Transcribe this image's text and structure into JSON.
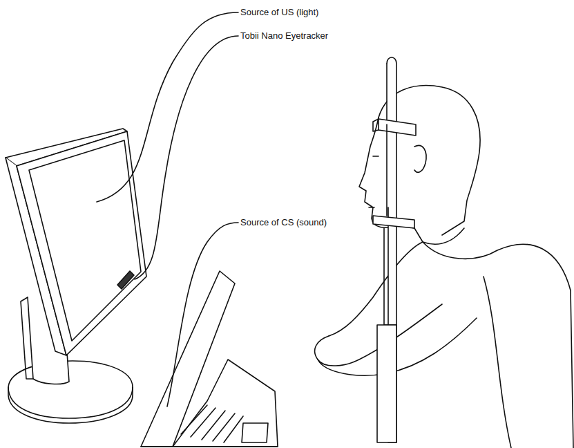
{
  "diagram": {
    "labels": [
      "Source of US (light)",
      "Tobii Nano Eyetracker",
      "Source of CS (sound)"
    ]
  }
}
